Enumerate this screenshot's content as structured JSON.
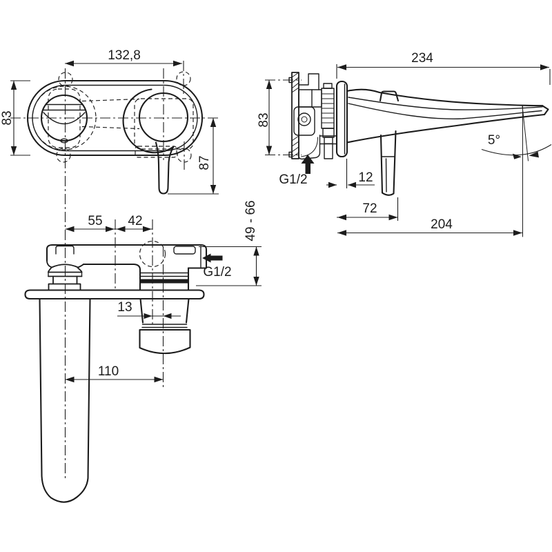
{
  "drawing": {
    "background": "#ffffff",
    "line_color": "#1c1c1c",
    "views": {
      "front": {
        "width_mm": "132,8",
        "height_mm": "83",
        "handle_drop_mm": "87"
      },
      "side": {
        "projection_mm": "234",
        "height_mm": "83",
        "inlet_thread": "G1/2",
        "plate_thickness_mm": "12",
        "handle_offset_mm": "72",
        "reach_mm": "204",
        "spout_angle": "5°"
      },
      "top": {
        "valve_pitch_mm": "55",
        "cartridge_offset_mm": "42",
        "recess_depth_range_mm": "49 - 66",
        "inlet_thread": "G1/2",
        "aerator_offset_mm": "13",
        "spout_axis_mm": "110"
      }
    }
  }
}
